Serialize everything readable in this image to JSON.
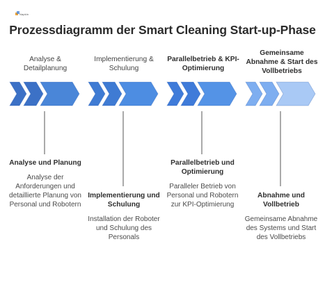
{
  "logo": {
    "text": "Napkin"
  },
  "title": "Prozessdiagramm der Smart Cleaning Start-up-Phase",
  "phases": [
    {
      "label": "Analyse & Detailplanung",
      "heading": "Analyse und Planung",
      "description": "Analyse der Anforderungen und detaillierte Planung von Personal und Robotern",
      "color_dark": "#3c71c6",
      "color_light": "#4a86d8"
    },
    {
      "label": "Implementierung & Schulung",
      "heading": "Implementierung und Schulung",
      "description": "Installation der Roboter und Schulung des Personals",
      "color_dark": "#3f7bd3",
      "color_light": "#4d8de2"
    },
    {
      "label": "Parallelbetrieb & KPI-Optimierung",
      "heading": "Parallelbetrieb und Optimierung",
      "description": "Paralleler Betrieb von Personal und Robotern zur KPI-Optimierung",
      "color_dark": "#3f7bd9",
      "color_light": "#5493e6"
    },
    {
      "label": "Gemeinsame Abnahme & Start des Vollbetriebs",
      "heading": "Abnahme und Vollbetrieb",
      "description": "Gemeinsame Abnahme des Systems und Start des Vollbetriebs",
      "color_dark": "#7eaef0",
      "color_light": "#a9c9f5"
    }
  ]
}
